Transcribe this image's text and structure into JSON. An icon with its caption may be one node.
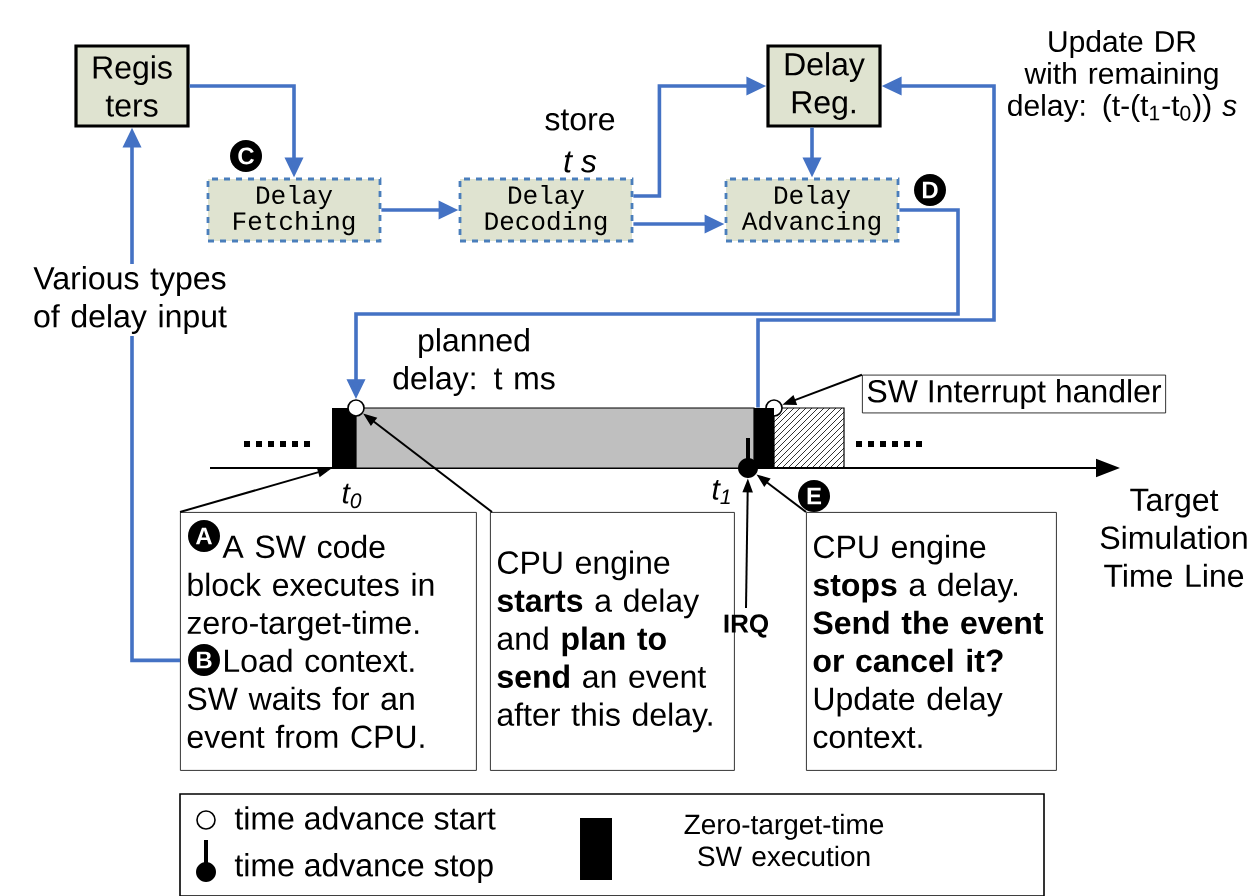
{
  "diagram": {
    "nodes": [
      {
        "text": [
          "Regis ters"
        ]
      },
      {
        "text": [
          "Delay Reg."
        ]
      },
      {
        "text": [
          "Delay Fetching"
        ]
      },
      {
        "text": [
          "Delay Decoding"
        ],
        "beside": [
          "store",
          "t s"
        ]
      },
      {
        "text": [
          "Delay Advancing"
        ]
      },
      {
        "text": [],
        "shape": "bar"
      },
      {
        "text": [],
        "shape": "circle"
      },
      {
        "text": [],
        "shape": "bar"
      },
      {
        "text": [],
        "shape": "circle"
      },
      {
        "text": [],
        "shape": "circle"
      },
      {
        "text": [
          "SW Interrupt handler"
        ]
      },
      {
        "text": [
          "A SW code block executes in zero-target-time.",
          "Load context. SW waits for an event from CPU."
        ]
      },
      {
        "text": [
          "CPU engine **starts** a delay and **plan to send** an event after this delay."
        ]
      },
      {
        "text": [
          "IRQ"
        ]
      },
      {
        "text": [
          "CPU engine **stops** a delay. **Send the event or cancel it?** Update delay context."
        ]
      },
      {
        "text": [],
        "shape": "bar"
      }
    ],
    "edges": [
      {
        "from": 0,
        "to": 2,
        "arrow": "to"
      },
      {
        "from": 2,
        "to": 3,
        "arrow": "to"
      },
      {
        "from": 3,
        "to": 1,
        "arrow": "to"
      },
      {
        "from": 3,
        "to": 4,
        "arrow": "to"
      },
      {
        "from": 1,
        "to": 4,
        "arrow": "to"
      },
      {
        "from": 4,
        "to": 6,
        "arrow": "to"
      },
      {
        "from": 15,
        "to": 1,
        "arrow": "to"
      },
      {
        "from": 11,
        "to": 0,
        "arrow": "to",
        "label": "Various types of delay input"
      },
      {
        "from": 11,
        "to": 5,
        "arrow": "to",
        "color": "#000000"
      },
      {
        "from": 12,
        "to": 6,
        "arrow": "to",
        "color": "#000000"
      },
      {
        "from": 10,
        "to": 8,
        "arrow": "to",
        "color": "#000000"
      },
      {
        "from": 13,
        "to": 9,
        "arrow": "to",
        "color": "#000000"
      },
      {
        "from": 14,
        "to": 9,
        "arrow": "to",
        "color": "#000000"
      }
    ],
    "labels": [
      "Update DR with remaining delay: (t-(t$_{1}$-t$_{0}$)) *s*",
      "C",
      "D",
      "planned delay: t ms",
      "t$_{0}$",
      "t$_{1}$",
      "E",
      "Target Simulation Time Line",
      "A",
      "B"
    ],
    "legend": [
      {
        "text": "time advance start"
      },
      {
        "text": "time advance stop"
      },
      {
        "text": "Zero-target-time SW execution"
      }
    ]
  }
}
